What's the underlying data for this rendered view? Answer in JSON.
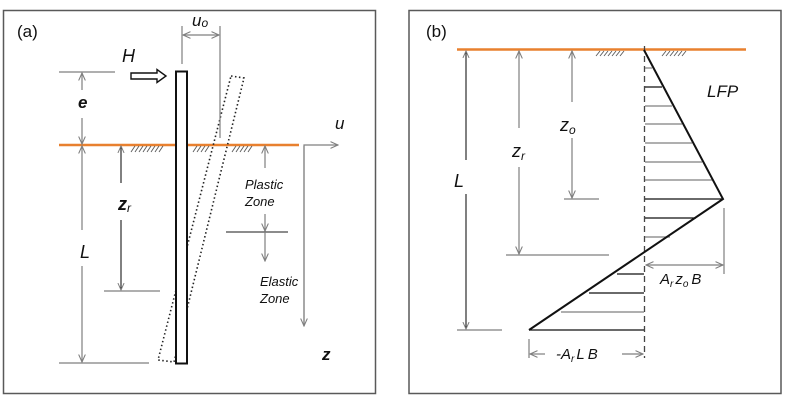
{
  "figure": {
    "panel_a": {
      "label": "(a)",
      "force_label": "H",
      "eccentricity_label": "e",
      "displacement_label": "u",
      "displacement_sub": "o",
      "u_axis_label": "u",
      "z_axis_label": "z",
      "zr_label": "z",
      "zr_sub": "r",
      "length_label": "L",
      "plastic_zone": [
        "Plastic",
        "Zone"
      ],
      "elastic_zone": [
        "Elastic",
        "Zone"
      ]
    },
    "panel_b": {
      "label": "(b)",
      "profile_label": "LFP",
      "length_label": "L",
      "zr_label": "z",
      "zr_sub": "r",
      "zo_label": "z",
      "zo_sub": "o",
      "max_label": {
        "A": "A",
        "A_sub": "r",
        "z": "z",
        "z_sub": "o",
        "B": "B"
      },
      "min_label": {
        "prefix": "-A",
        "A_sub": "r",
        "L": "L",
        "B": "B"
      }
    },
    "colors": {
      "ground_line": "#e8802f",
      "frame": "#595959",
      "ink": "#111111",
      "dimension": "#7f7f7f"
    }
  }
}
